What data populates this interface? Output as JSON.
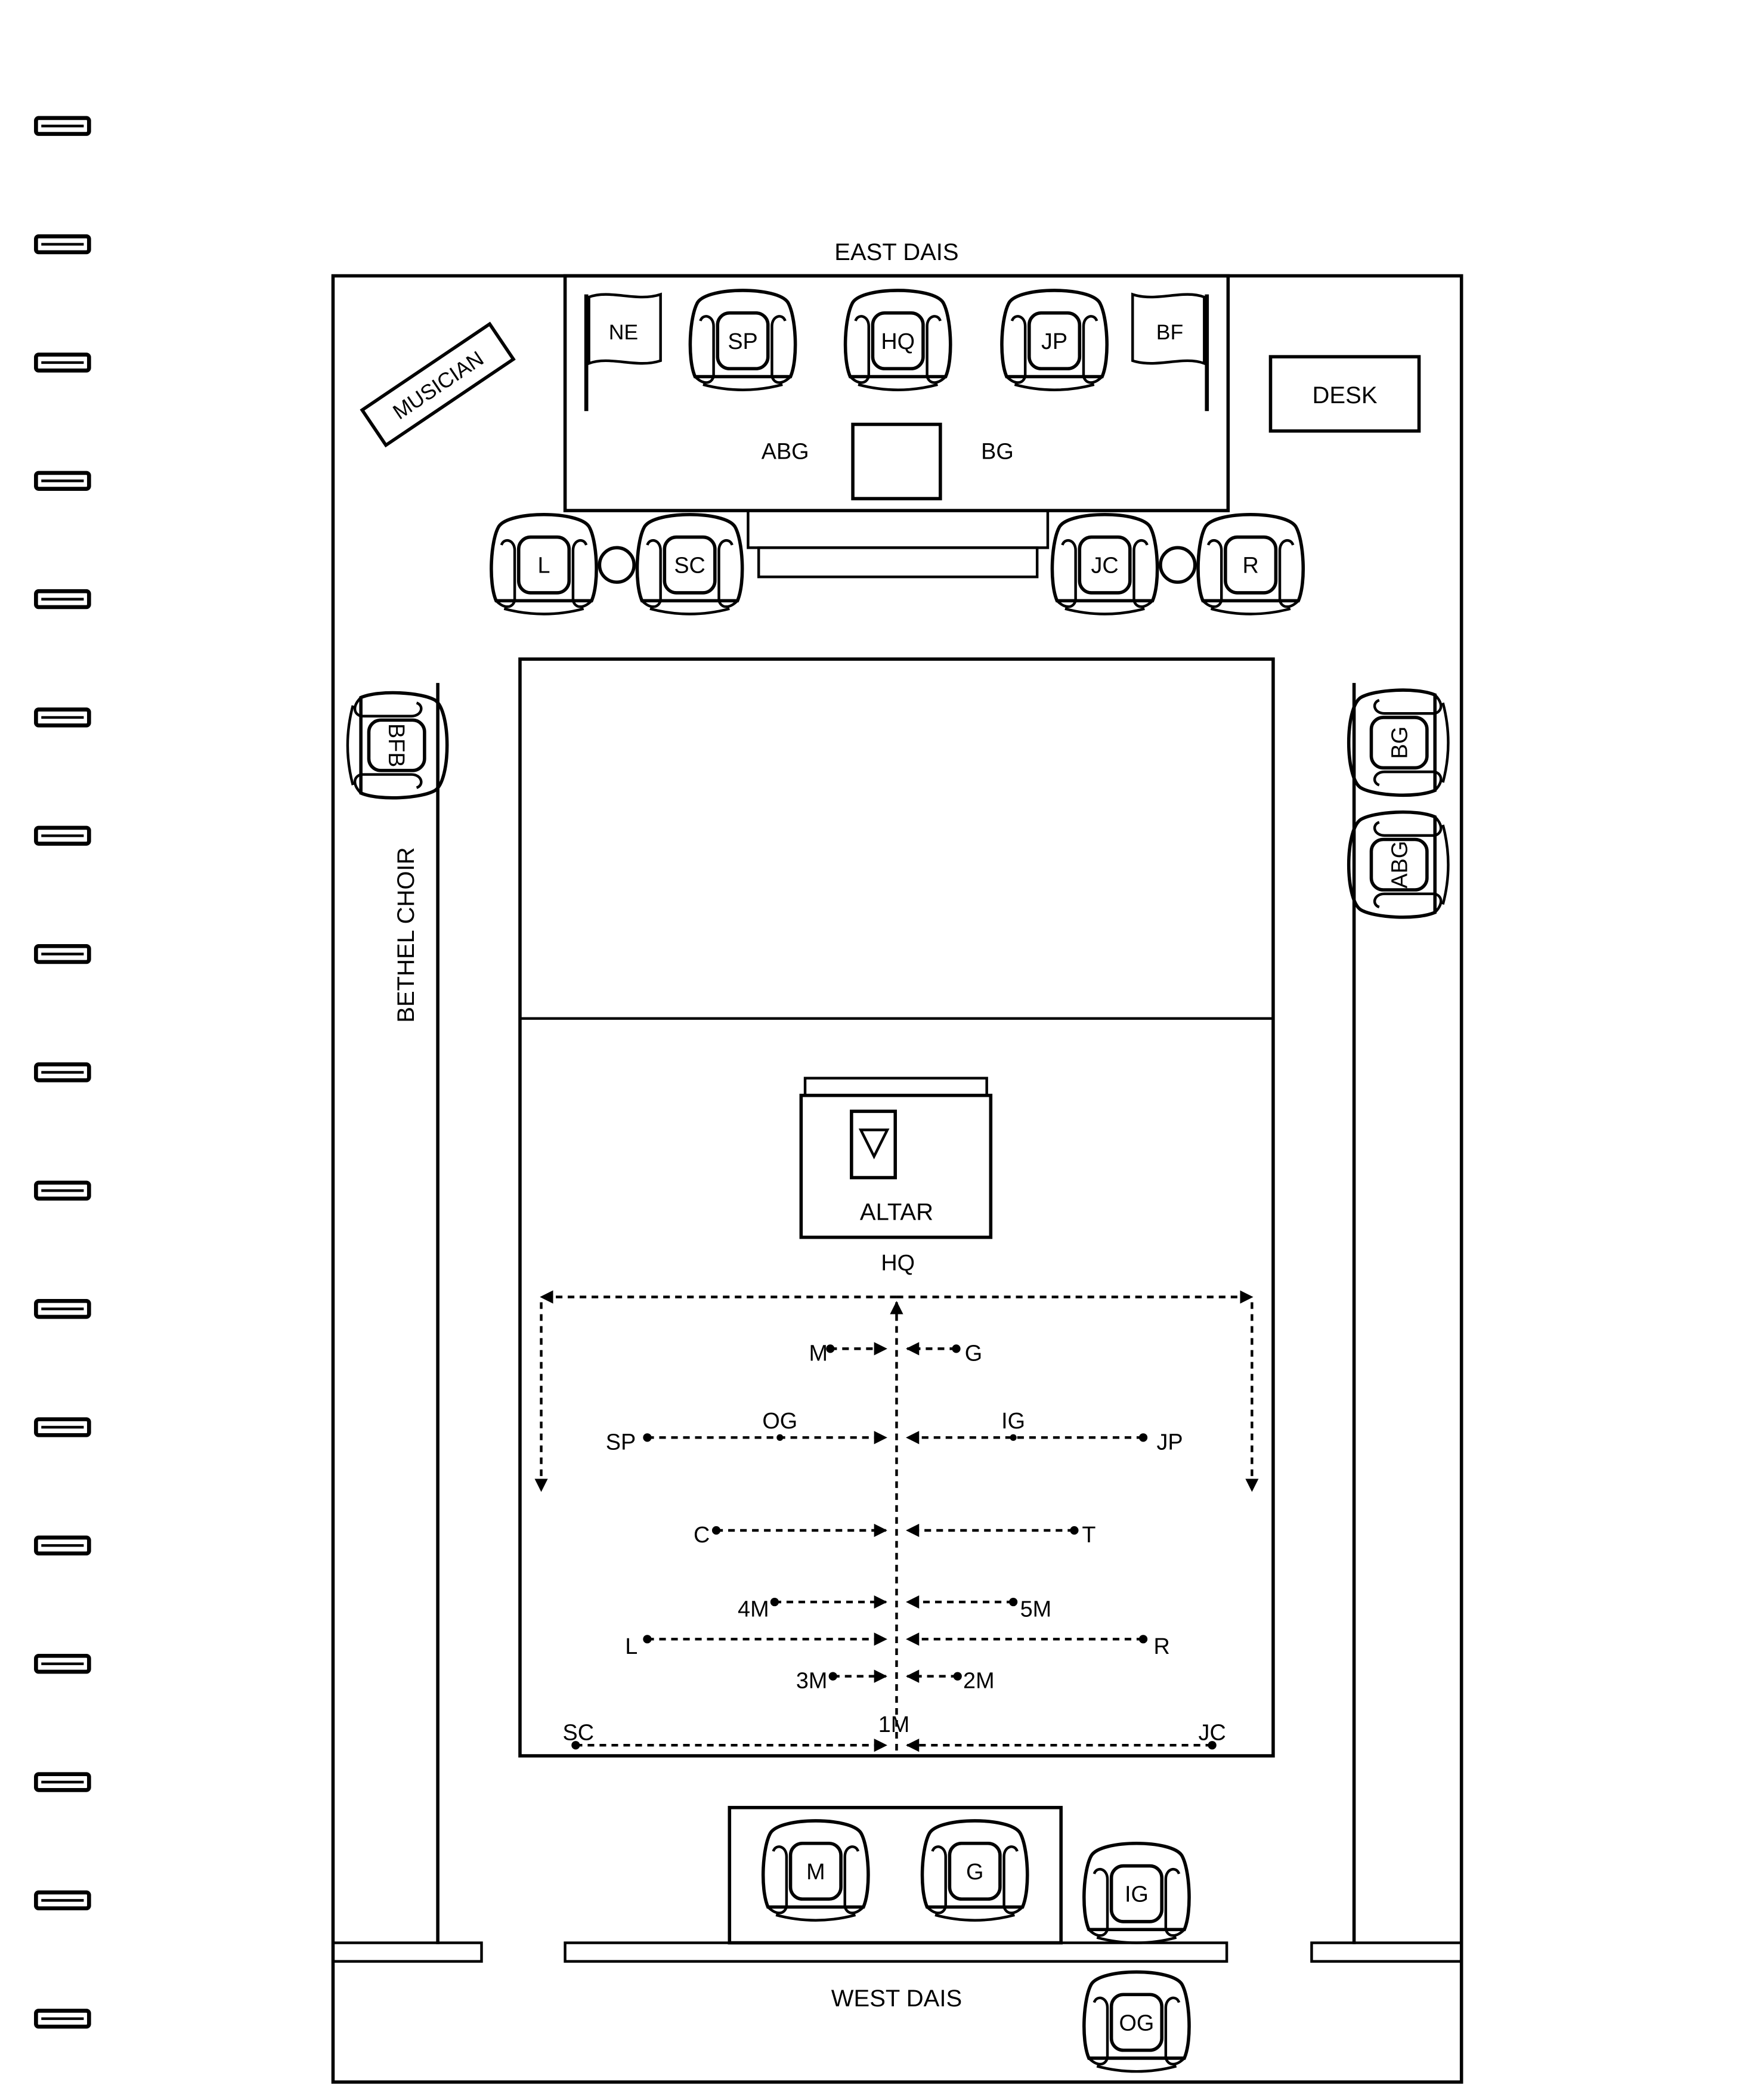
{
  "labels": {
    "east_dais": "EAST DAIS",
    "west_dais": "WEST DAIS",
    "musician": "MUSICIAN",
    "desk": "DESK",
    "altar": "ALTAR",
    "bethel_choir": "BETHEL CHOIR",
    "abg_dais": "ABG",
    "bg_dais": "BG"
  },
  "flags": [
    "NE",
    "BF"
  ],
  "chairs": {
    "dais_back": [
      "SP",
      "HQ",
      "JP"
    ],
    "dais_front": [
      "L",
      "SC",
      "JC",
      "R"
    ],
    "left_wall": [
      "BFB"
    ],
    "right_wall": [
      "BG",
      "ABG"
    ],
    "west": [
      "M",
      "G",
      "IG",
      "OG"
    ]
  },
  "floor_positions": {
    "hq": "HQ",
    "m": "M",
    "g": "G",
    "sp": "SP",
    "og": "OG",
    "ig": "IG",
    "jp": "JP",
    "c": "C",
    "t": "T",
    "m4": "4M",
    "m5": "5M",
    "l": "L",
    "r": "R",
    "m3": "3M",
    "m2": "2M",
    "sc": "SC",
    "m1": "1M",
    "jc": "JC"
  },
  "left_margin_markers": 17
}
